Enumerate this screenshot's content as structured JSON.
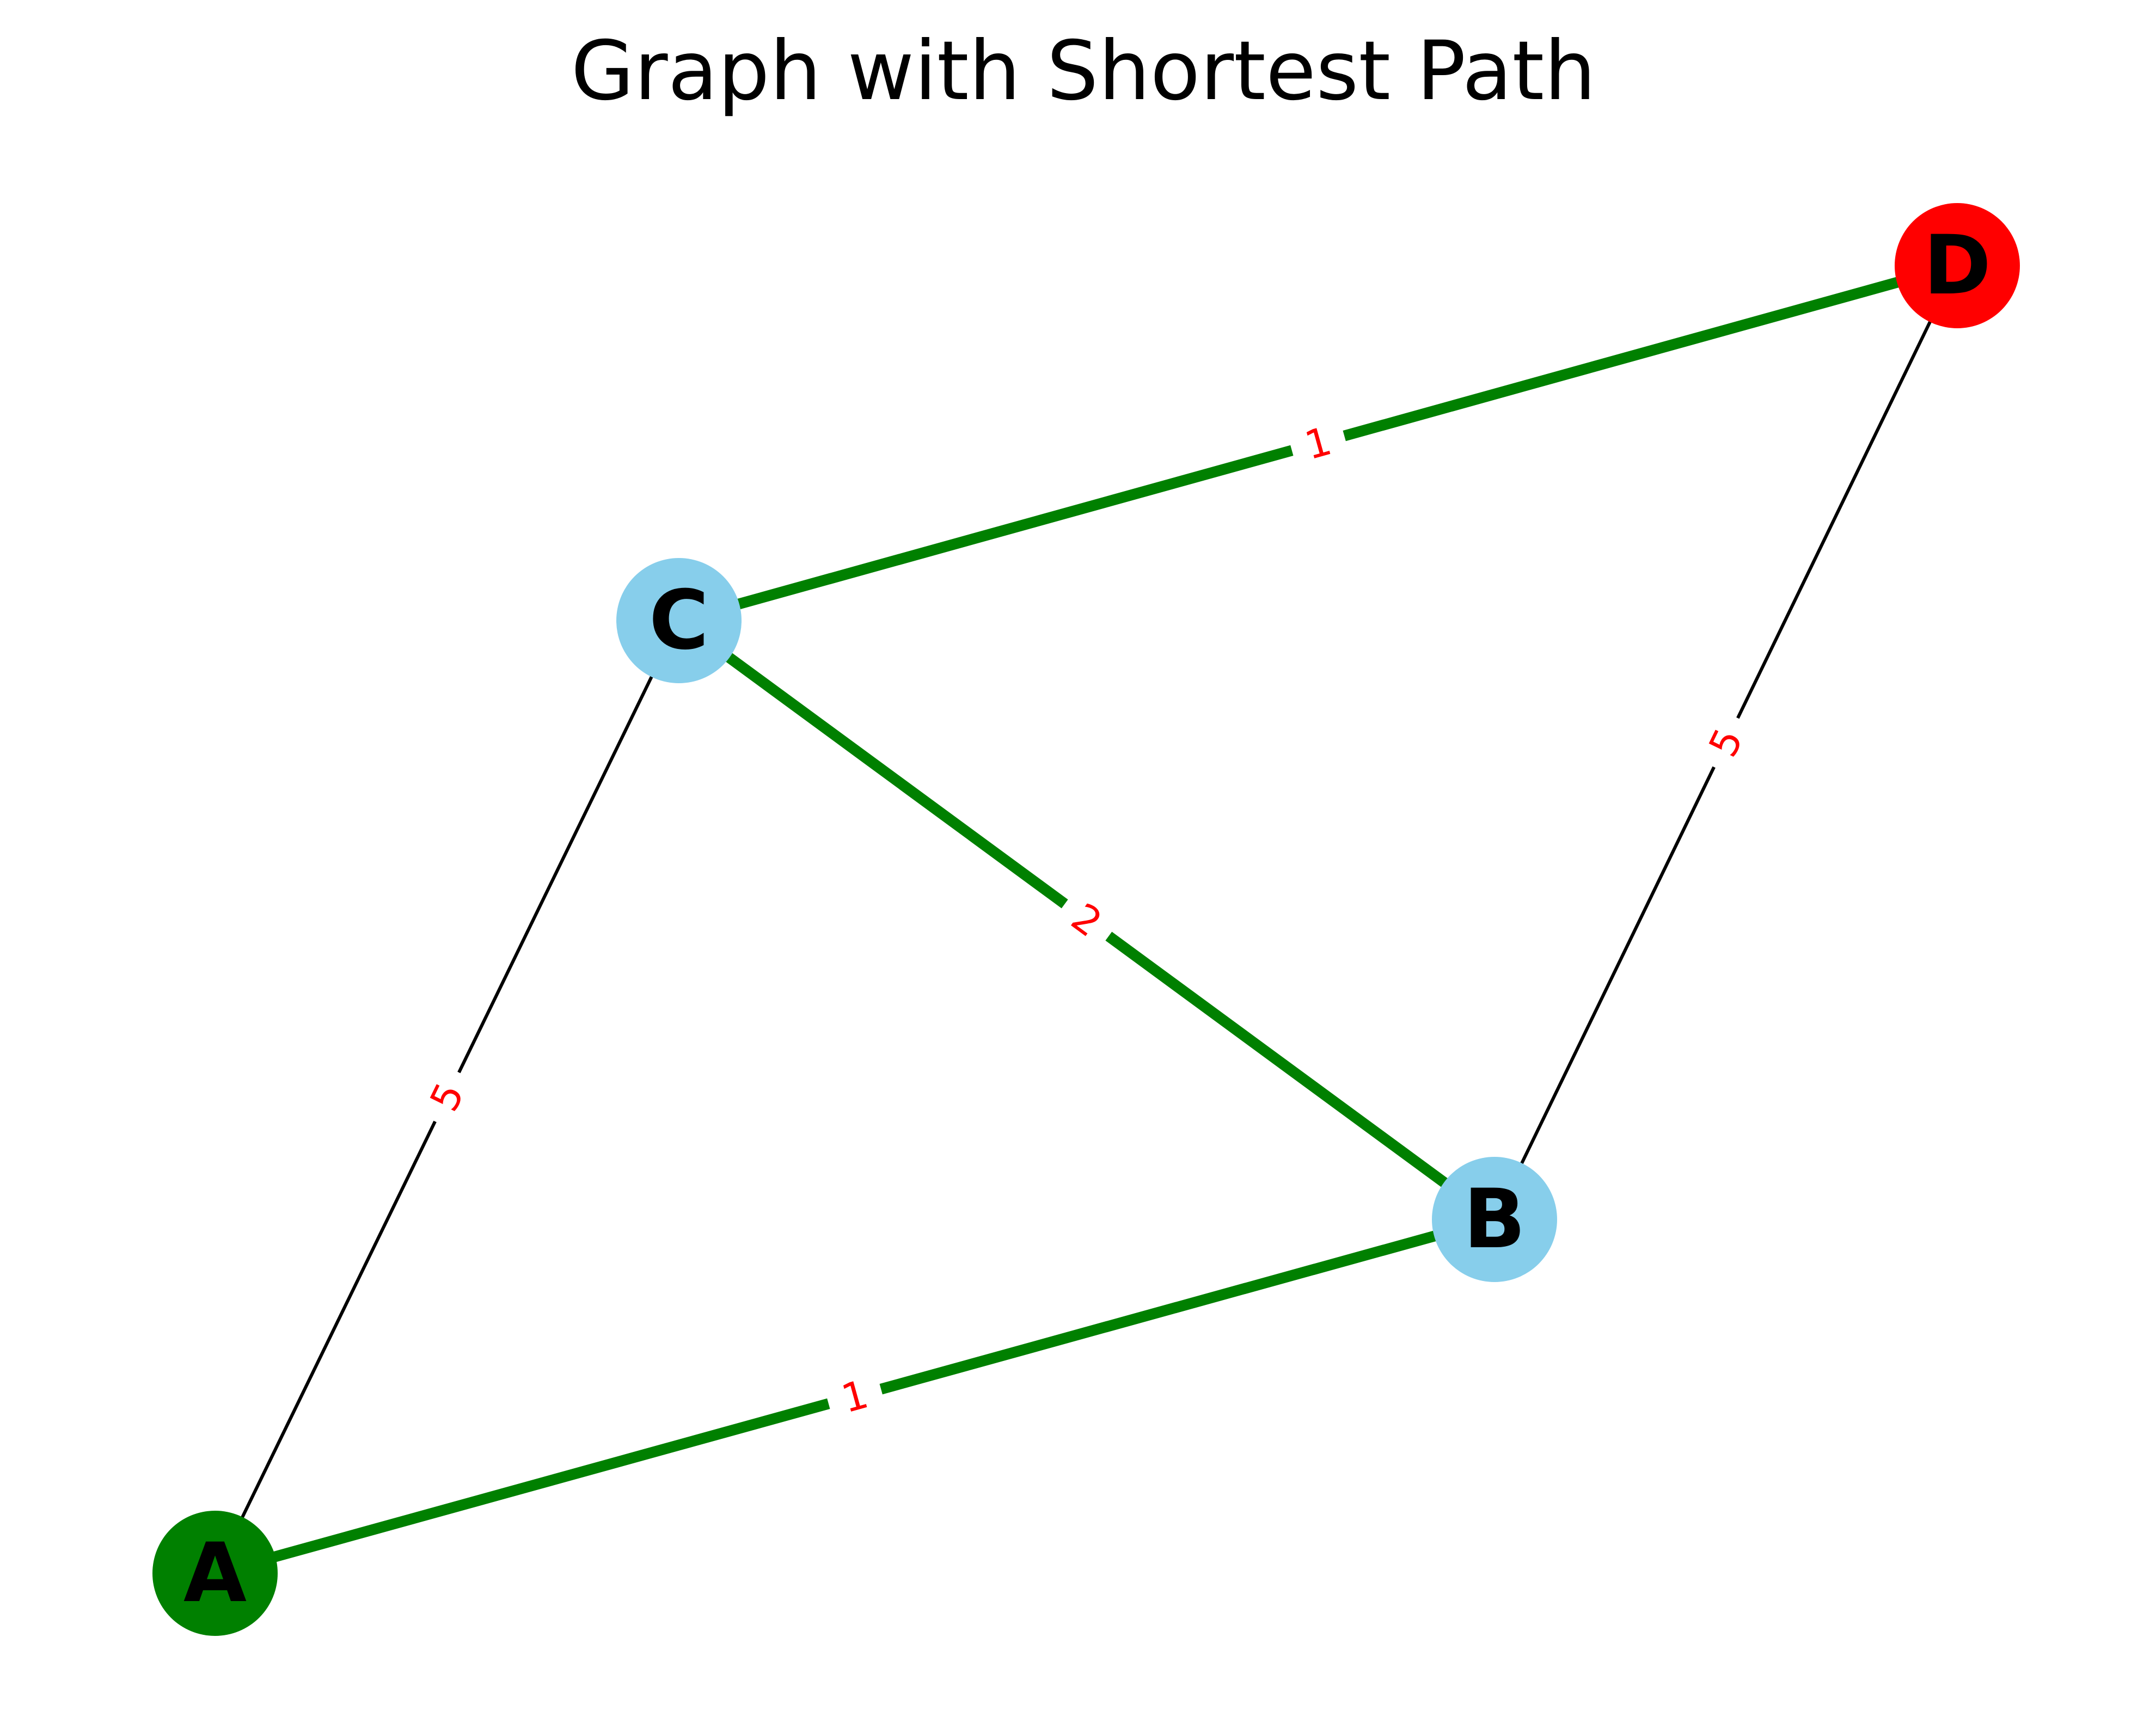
{
  "title": "Graph with Shortest Path",
  "nodes": [
    {
      "id": "A",
      "label": "A",
      "color": "#008000"
    },
    {
      "id": "B",
      "label": "B",
      "color": "#87CEEB"
    },
    {
      "id": "C",
      "label": "C",
      "color": "#87CEEB"
    },
    {
      "id": "D",
      "label": "D",
      "color": "#FF0000"
    }
  ],
  "edges": [
    {
      "from": "A",
      "to": "C",
      "weight": "5",
      "on_shortest_path": false
    },
    {
      "from": "A",
      "to": "B",
      "weight": "1",
      "on_shortest_path": true
    },
    {
      "from": "C",
      "to": "B",
      "weight": "2",
      "on_shortest_path": true
    },
    {
      "from": "C",
      "to": "D",
      "weight": "1",
      "on_shortest_path": true
    },
    {
      "from": "B",
      "to": "D",
      "weight": "5",
      "on_shortest_path": false
    }
  ],
  "styles": {
    "path_edge_color": "#008000",
    "normal_edge_color": "#000000",
    "edge_label_color": "#FF0000",
    "background": "#FFFFFF"
  }
}
